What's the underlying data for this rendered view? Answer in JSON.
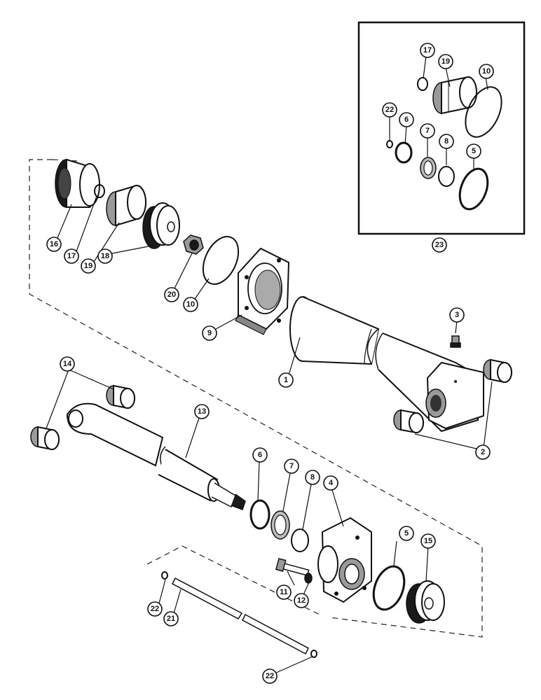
{
  "callouts": {
    "c1": "1",
    "c2": "2",
    "c3": "3",
    "c4": "4",
    "c5": "5",
    "c6": "6",
    "c7": "7",
    "c8": "8",
    "c9": "9",
    "c10": "10",
    "c11": "11",
    "c12": "12",
    "c13": "13",
    "c14": "14",
    "c15": "15",
    "c16": "16",
    "c17": "17",
    "c18": "18",
    "c19": "19",
    "c20": "20",
    "c21": "21",
    "c22": "22",
    "c23": "23"
  },
  "inset": {
    "c5": "5",
    "c6": "6",
    "c7": "7",
    "c8": "8",
    "c10": "10",
    "c17": "17",
    "c19": "19",
    "c22": "22"
  },
  "extra": {
    "c2b": "2",
    "c22b": "22"
  }
}
